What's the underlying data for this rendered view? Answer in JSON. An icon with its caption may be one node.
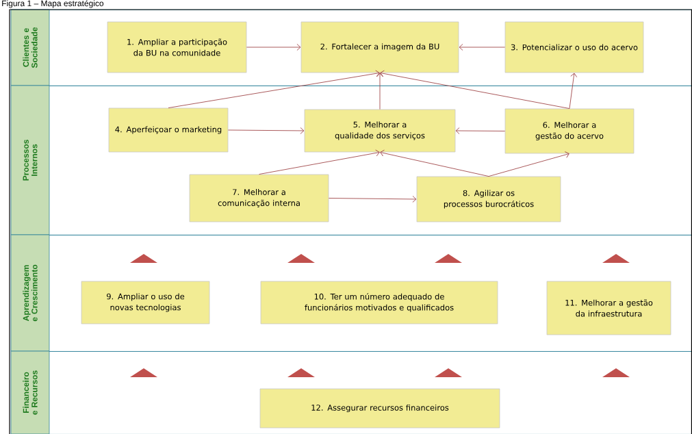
{
  "diagram": {
    "title": "Figura 1 – Mapa estratégico",
    "nodes": [
      {
        "text": [
          "Clientes e Sociedade"
        ]
      },
      {
        "text": [
          "Processos Internos"
        ]
      },
      {
        "text": [
          "Aprendizagem e Crescimento"
        ]
      },
      {
        "text": [
          "Financeiro e Recursos"
        ]
      },
      {
        "text": [
          "1. Ampliar a participação da BU na comunidade"
        ],
        "in": 0
      },
      {
        "text": [
          "2. Fortalecer a imagem da BU"
        ],
        "in": 0
      },
      {
        "text": [
          "3. Potencializar o uso do acervo"
        ],
        "in": 0
      },
      {
        "text": [
          "4. Aperfeiçoar o marketing"
        ],
        "in": 1
      },
      {
        "text": [
          "5. Melhorar a qualidade dos serviços"
        ],
        "in": 1
      },
      {
        "text": [
          "6. Melhorar a gestão do acervo"
        ],
        "in": 1
      },
      {
        "text": [
          "7. Melhorar a comunicação interna"
        ],
        "in": 1
      },
      {
        "text": [
          "8. Agilizar os processos burocráticos"
        ],
        "in": 1
      },
      {
        "text": [
          "9. Ampliar o uso de novas tecnologias"
        ],
        "in": 2
      },
      {
        "text": [
          "10. Ter um número adequado de funcionários motivados e qualificados"
        ],
        "in": 2
      },
      {
        "text": [
          "11. Melhorar a gestão da infraestrutura"
        ],
        "in": 2
      },
      {
        "text": [
          "12. Assegurar recursos financeiros"
        ],
        "in": 3
      }
    ],
    "edges": [
      {
        "from": 4,
        "to": 5,
        "arrow": "to"
      },
      {
        "from": 6,
        "to": 5,
        "arrow": "to"
      },
      {
        "from": 7,
        "to": 5,
        "arrow": "to"
      },
      {
        "from": 8,
        "to": 5,
        "arrow": "to"
      },
      {
        "from": 9,
        "to": 5,
        "arrow": "to"
      },
      {
        "from": 9,
        "to": 6,
        "arrow": "to"
      },
      {
        "from": 7,
        "to": 8,
        "arrow": "to"
      },
      {
        "from": 9,
        "to": 8,
        "arrow": "to"
      },
      {
        "from": 10,
        "to": 8,
        "arrow": "to"
      },
      {
        "from": 11,
        "to": 8,
        "arrow": "to"
      },
      {
        "from": 11,
        "to": 9,
        "arrow": "to"
      },
      {
        "from": 10,
        "to": 11,
        "arrow": "to"
      }
    ]
  }
}
